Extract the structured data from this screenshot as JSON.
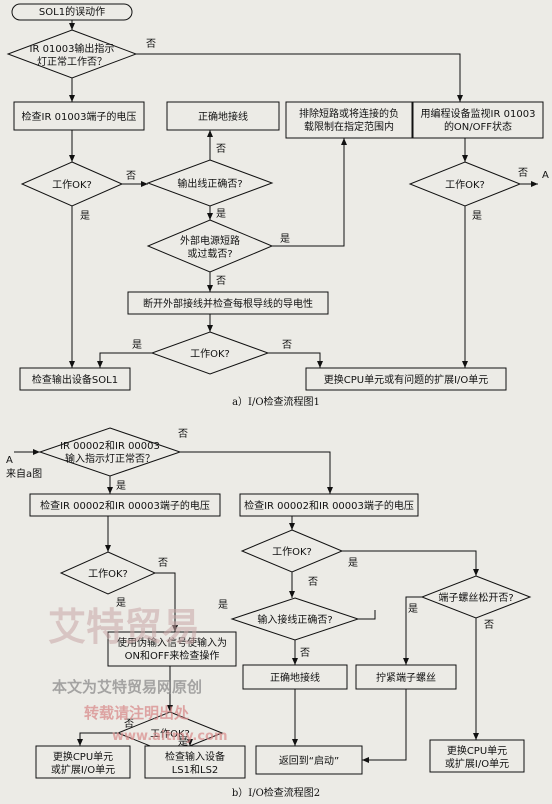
{
  "figure_a": {
    "caption": "a）I/O检查流程图1",
    "start": "SOL1的误动作",
    "q_indicator": [
      "IR 01003输出指示",
      "灯正常工作否？"
    ],
    "check_terminal_voltage": "检查IR 01003端子的电压",
    "correct_wiring": "正确地接线",
    "fix_short": [
      "排除短路或将连接的负",
      "载限制在指定范围内"
    ],
    "monitor_state": [
      "用编程设备监视IR 01003",
      "的ON/OFF状态"
    ],
    "q_work_ok_1": "工作OK?",
    "q_output_wiring": "输出线正确否?",
    "q_work_ok_2": "工作OK?",
    "q_power_short": [
      "外部电源短路",
      "或过载否?"
    ],
    "disconnect_check": "断开外部接线并检查每根导线的导电性",
    "q_work_ok_3": "工作OK?",
    "check_output_device": "检查输出设备SOL1",
    "replace_cpu": "更换CPU单元或有问题的扩展I/O单元",
    "connector_A": "A"
  },
  "figure_b": {
    "caption": "b）I/O检查流程图2",
    "q_input_indicator": [
      "IR 00002和IR 00003",
      "输入指示灯正常否？"
    ],
    "entry_A": "A",
    "from_a": "来自a图",
    "check_input_voltage": "检查IR 00002和IR 00003端子的电压",
    "check_terminal_voltage_2": "检查IR 00002和IR 00003端子的电压",
    "q_work_ok_4": "工作OK?",
    "q_work_ok_5": "工作OK?",
    "q_terminal_loose": "端子螺丝松开否?",
    "q_input_wiring": "输入接线正确否?",
    "simulate_input": [
      "使用伪输入信号使输入为",
      "ON和OFF来检查操作"
    ],
    "correct_wiring_2": "正确地接线",
    "tighten_screw": "拧紧端子螺丝",
    "q_work_ok_6": "工作OK?",
    "replace_cpu_1": [
      "更换CPU单元",
      "或扩展I/O单元"
    ],
    "check_input_device": [
      "检查输入设备",
      "LS1和LS2"
    ],
    "return_start": "返回到“启动”",
    "replace_cpu_2": [
      "更换CPU单元",
      "或扩展I/O单元"
    ]
  },
  "labels": {
    "yes": "是",
    "no": "否"
  },
  "watermark": {
    "brand": "艾特贸易",
    "line1": "本文为艾特贸易网原创",
    "line2": "转载请注明出处",
    "url": "www.aitmy.com"
  }
}
